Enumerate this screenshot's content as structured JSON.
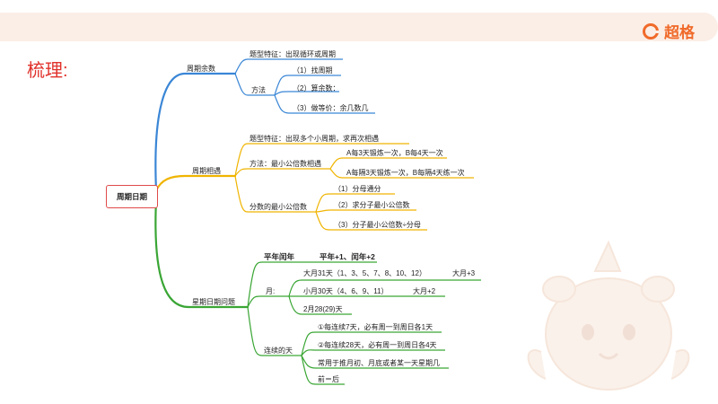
{
  "slide": {
    "label": "梳理:"
  },
  "brand": {
    "name": "超格"
  },
  "mindmap": {
    "root": "周期日期",
    "branches": [
      {
        "label": "周期余数",
        "color": "#3a86d6",
        "feature": "题型特征：出现循环或周期",
        "method_label": "方法",
        "methods": [
          "（1）找周期",
          "（2）算余数：",
          "（3）做等价：余几数几"
        ]
      },
      {
        "label": "周期相遇",
        "color": "#f0b400",
        "feature": "题型特征：出现多个小周期，求再次相遇",
        "method_label": "方法：最小公倍数相遇",
        "method_items": [
          "A每3天锻炼一次，B每4天一次",
          "A每隔3天锻炼一次，B每隔4天练一次"
        ],
        "lcm_label": "分数的最小公倍数",
        "lcm_items": [
          "（1）分母通分",
          "（2）求分子最小公倍数",
          "（3）分子最小公倍数÷分母"
        ]
      },
      {
        "label": "星期日期问题",
        "color": "#3aa635",
        "year_label": "平年闰年",
        "year_rule": "平年+1、闰年+2",
        "month_label": "月:",
        "months": [
          {
            "text": "大月31天（1、3、5、7、8、10、12）",
            "rule": "大月+3"
          },
          {
            "text": "小月30天（4、6、9、11）",
            "rule": "大月+2"
          },
          {
            "text": "2月28(29)天",
            "rule": ""
          }
        ],
        "days_label": "连续的天",
        "days": [
          "①每连续7天，必有周一到周日各1天",
          "②每连续28天，必有周一到周日各4天",
          "常用于推月初、月底或者某一天星期几",
          "前＝后"
        ]
      }
    ]
  }
}
